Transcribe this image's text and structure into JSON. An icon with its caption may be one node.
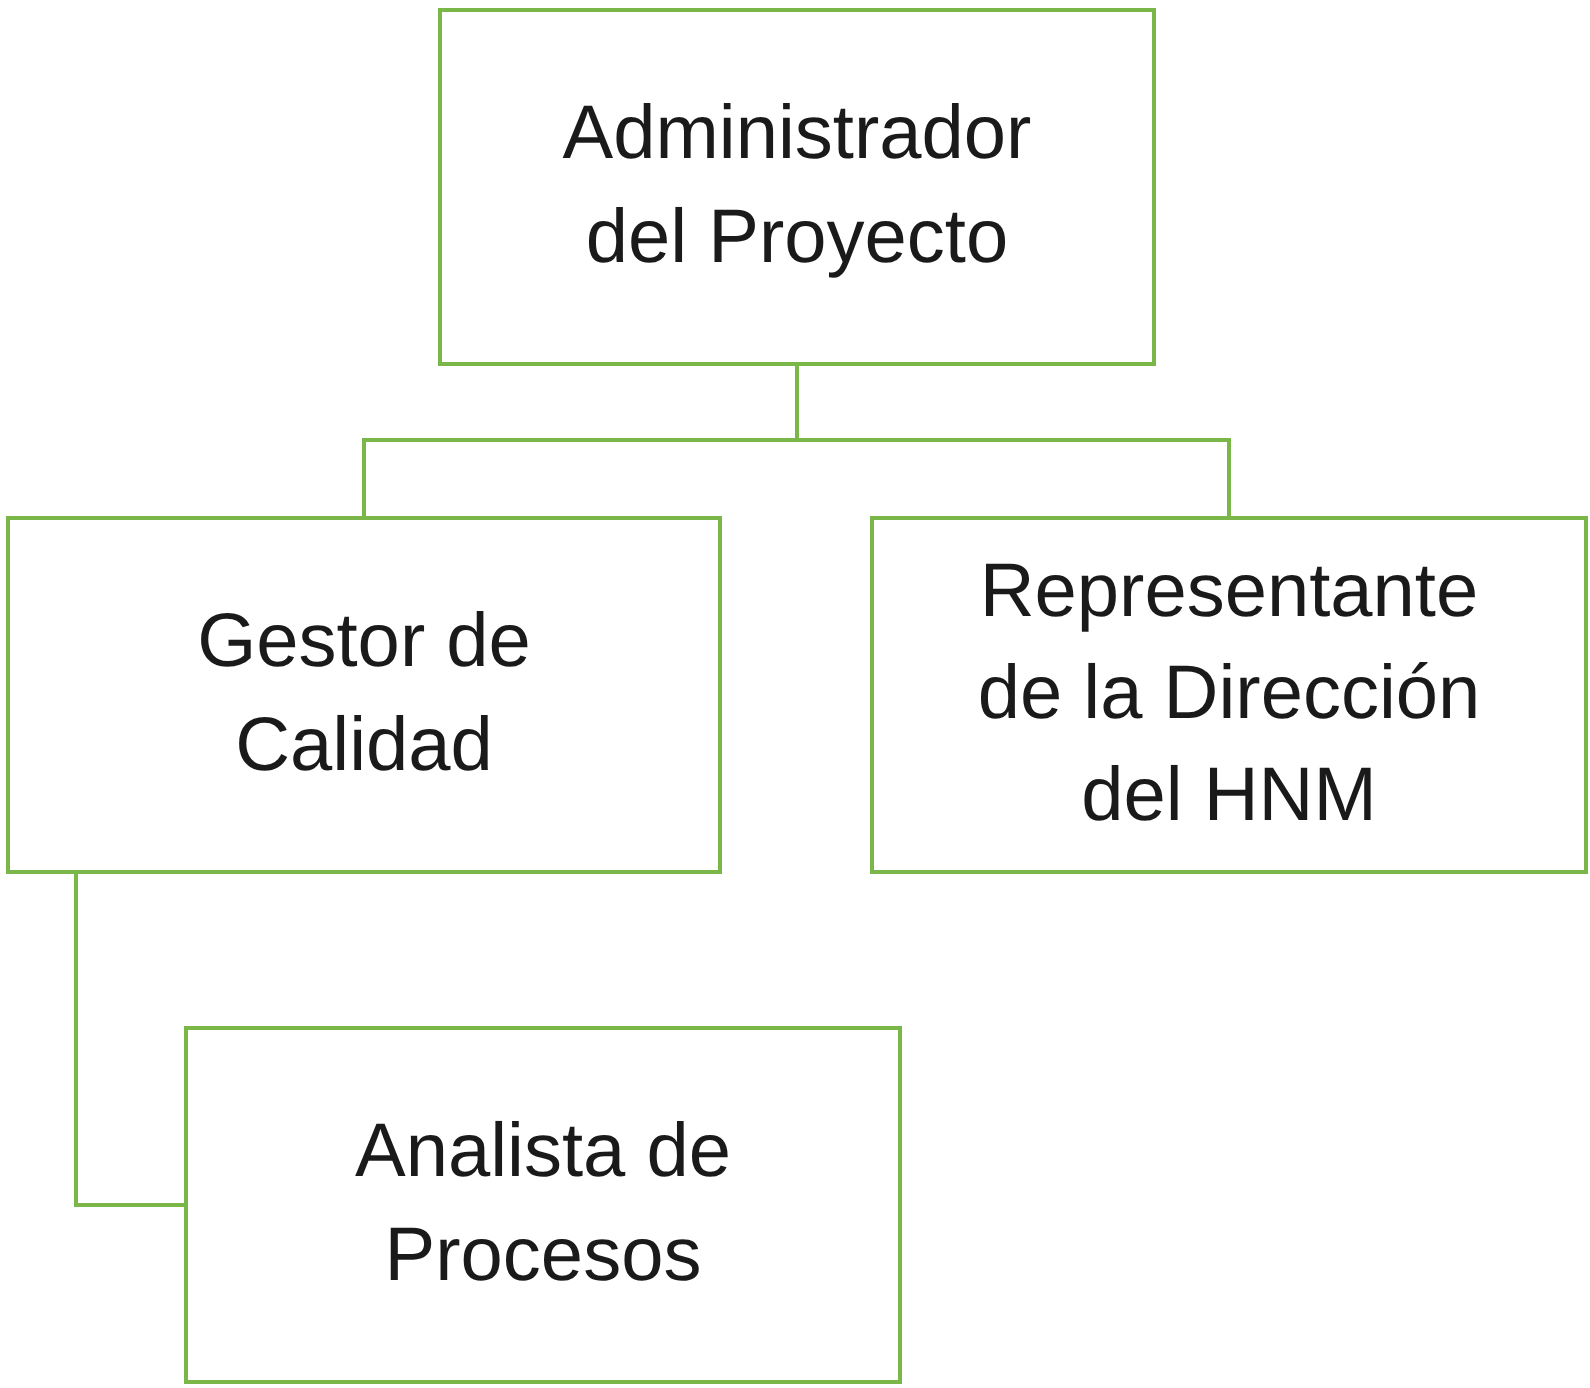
{
  "diagram": {
    "nodes": [
      {
        "text": [
          "Administrador del Proyecto"
        ]
      },
      {
        "text": [
          "Gestor de Calidad"
        ]
      },
      {
        "text": [
          "Representante de la Dirección del HNM"
        ]
      },
      {
        "text": [
          "Analista de Procesos"
        ]
      }
    ],
    "edges": [
      {
        "from": 0,
        "to": 1,
        "arrow": "none"
      },
      {
        "from": 0,
        "to": 2,
        "arrow": "none"
      },
      {
        "from": 1,
        "to": 3,
        "arrow": "none"
      }
    ]
  }
}
